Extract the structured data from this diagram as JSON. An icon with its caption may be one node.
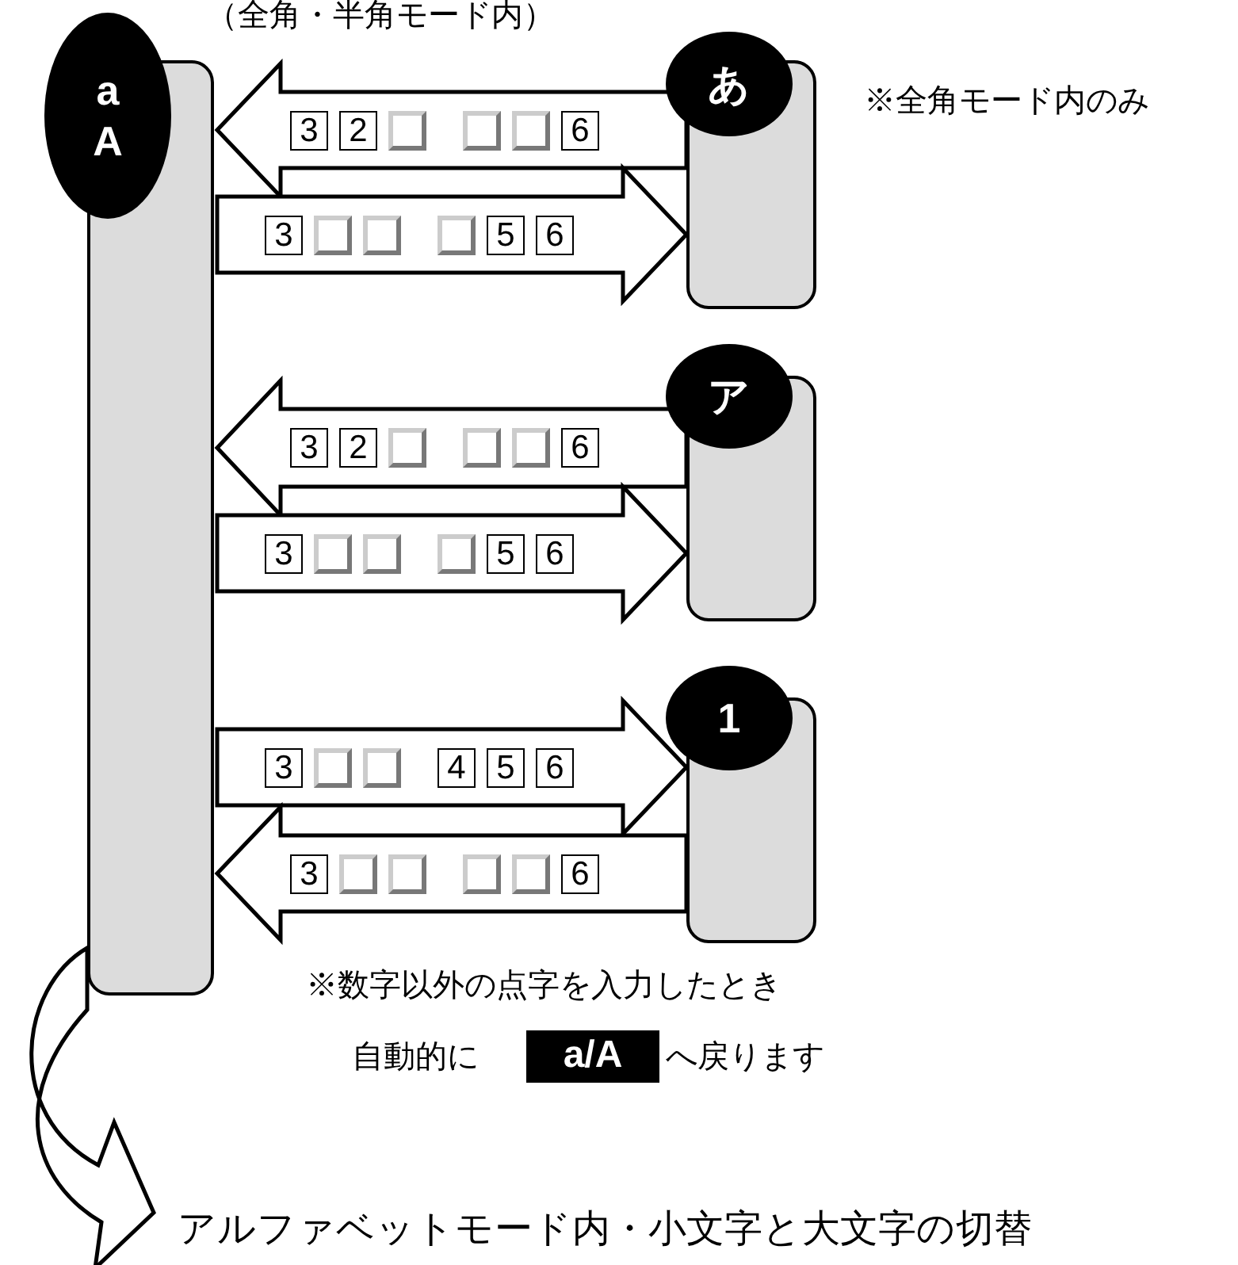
{
  "diagram": {
    "nodes": [
      {
        "text": [
          "a A"
        ]
      },
      {
        "text": [
          "あ"
        ],
        "beside": [
          "※全角モード内のみ"
        ]
      },
      {
        "text": [
          "ア"
        ]
      },
      {
        "text": [
          "1"
        ]
      },
      {
        "text": [
          "アルファベットモード内・小文字と大文字の切替"
        ]
      }
    ],
    "edges": [
      {
        "from": 1,
        "to": 0,
        "arrow": "to"
      },
      {
        "from": 0,
        "to": 1,
        "arrow": "to"
      },
      {
        "from": 2,
        "to": 0,
        "arrow": "to"
      },
      {
        "from": 0,
        "to": 2,
        "arrow": "to"
      },
      {
        "from": 0,
        "to": 3,
        "arrow": "to"
      },
      {
        "from": 3,
        "to": 0,
        "arrow": "to"
      },
      {
        "from": 0,
        "to": 4,
        "arrow": "to"
      }
    ],
    "labels": [
      "（全角・半角モード内）",
      "3",
      "2",
      "6",
      "3",
      "5",
      "6",
      "3",
      "2",
      "6",
      "3",
      "5",
      "6",
      "3",
      "4",
      "5",
      "6",
      "3",
      "6",
      "※数字以外の点字を入力したとき",
      "自動的に",
      "a/A",
      "へ戻ります"
    ]
  }
}
